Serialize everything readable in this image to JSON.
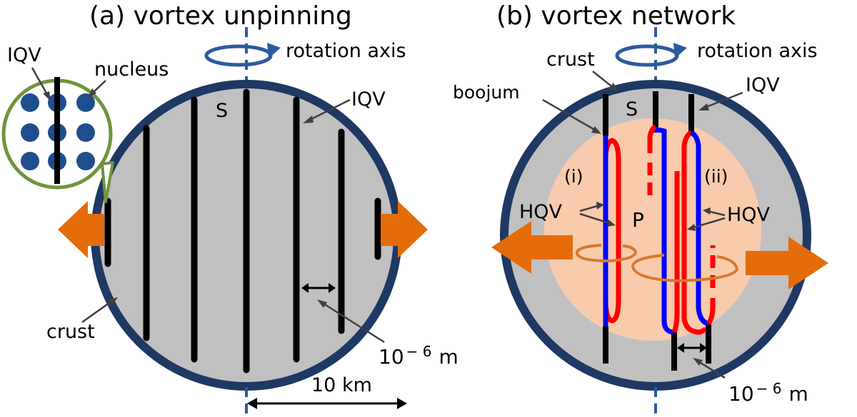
{
  "panel_a": {
    "title": "(a) vortex unpinning",
    "labels": {
      "rotation_axis": "rotation axis",
      "iqv_inset": "IQV",
      "nucleus": "nucleus",
      "iqv": "IQV",
      "s": "S",
      "crust": "crust",
      "spacing": "10",
      "spacing_exp": "− 6",
      "spacing_unit": "m",
      "radius": "10 km"
    }
  },
  "panel_b": {
    "title": "(b) vortex network",
    "labels": {
      "rotation_axis": "rotation axis",
      "crust": "crust",
      "boojum": "boojum",
      "s": "S",
      "iqv": "IQV",
      "i": "(i)",
      "ii": "(ii)",
      "hqv_left": "HQV",
      "hqv_right": "HQV",
      "p": "P",
      "spacing": "10",
      "spacing_exp": "− 6",
      "spacing_unit": "m"
    }
  },
  "colors": {
    "crust": "#1f3864",
    "core_gray": "#c0c0c0",
    "p_phase": "#f8cbad",
    "arrow_orange": "#e46c0a",
    "axis_blue": "#2e5a9c",
    "inset_green": "#70943c",
    "nucleus_blue": "#1f4e8c",
    "hqv_red": "#ff0000",
    "hqv_blue": "#0000ff",
    "ring_orange": "#d9782d"
  }
}
